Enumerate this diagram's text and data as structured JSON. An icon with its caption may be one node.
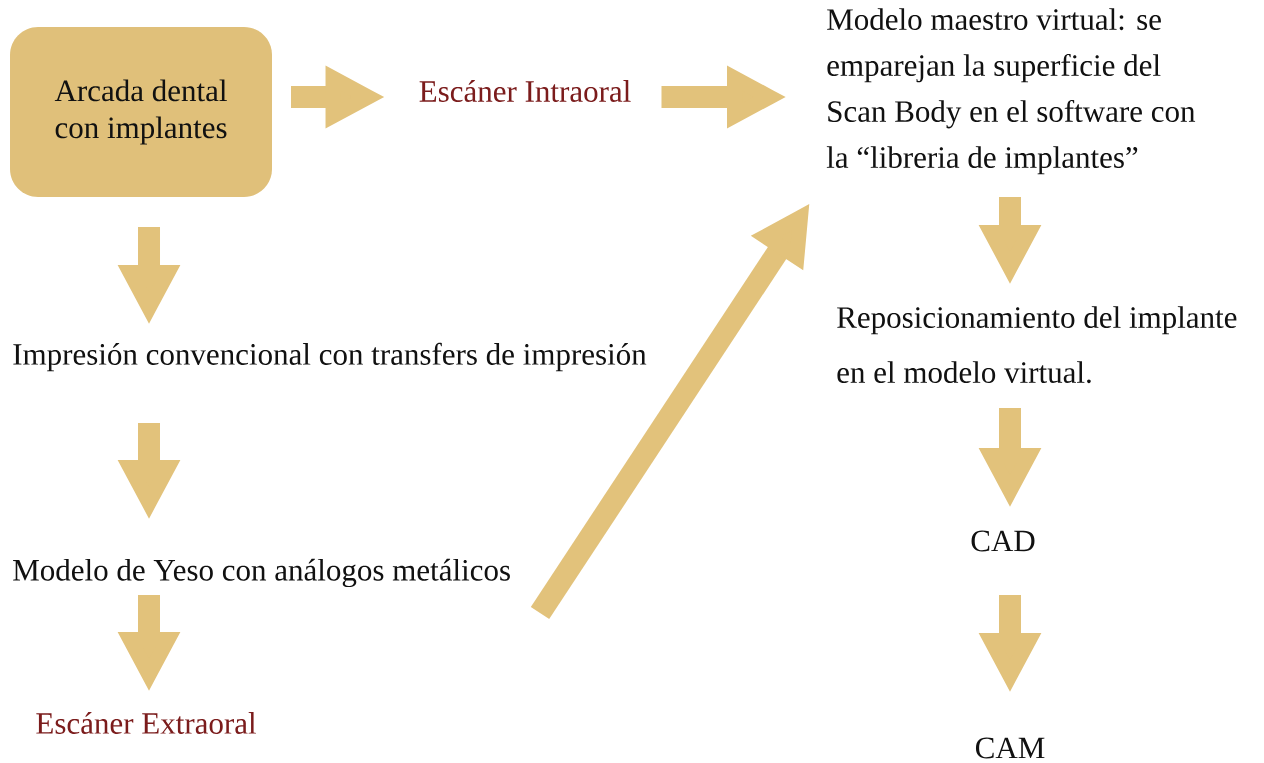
{
  "diagram": {
    "nodes": [
      {
        "text": [
          "Arcada dental con implantes"
        ]
      },
      {
        "text": [
          "Escáner Intraoral"
        ]
      },
      {
        "text": [
          "Modelo maestro virtual: se emparejan la superficie del Scan Body en el software con la “libreria de implantes”"
        ]
      },
      {
        "text": [
          "Reposicionamiento del implante en el modelo virtual."
        ]
      },
      {
        "text": [
          "CAD"
        ]
      },
      {
        "text": [
          "CAM"
        ]
      },
      {
        "text": [
          "Impresión convencional con transfers de impresión"
        ]
      },
      {
        "text": [
          "Modelo de Yeso con análogos metálicos"
        ]
      },
      {
        "text": [
          "Escáner Extraoral"
        ]
      }
    ],
    "edges": [
      {
        "from": 0,
        "to": 1,
        "arrow": "to"
      },
      {
        "from": 1,
        "to": 2,
        "arrow": "to"
      },
      {
        "from": 2,
        "to": 3,
        "arrow": "to"
      },
      {
        "from": 3,
        "to": 4,
        "arrow": "to"
      },
      {
        "from": 4,
        "to": 5,
        "arrow": "to"
      },
      {
        "from": 0,
        "to": 6,
        "arrow": "to"
      },
      {
        "from": 6,
        "to": 7,
        "arrow": "to"
      },
      {
        "from": 7,
        "to": 8,
        "arrow": "to"
      },
      {
        "from": 7,
        "to": 2,
        "arrow": "to"
      }
    ]
  }
}
